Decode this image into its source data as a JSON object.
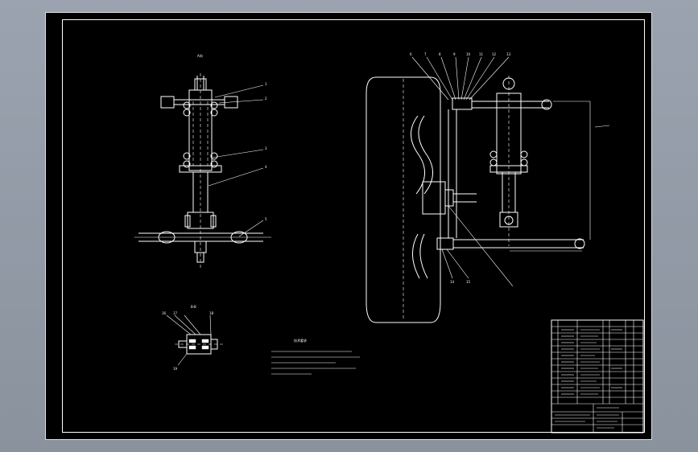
{
  "drawing": {
    "views": {
      "front_view_label": "A向",
      "section_label": "B-B"
    },
    "notes": {
      "title": "技术要求"
    },
    "callouts": {
      "left": [
        "1",
        "2",
        "3",
        "4",
        "5"
      ],
      "right": [
        "6",
        "7",
        "8",
        "9",
        "10",
        "11",
        "12",
        "13",
        "14",
        "15"
      ],
      "detail": [
        "16",
        "17",
        "18",
        "19"
      ]
    }
  }
}
